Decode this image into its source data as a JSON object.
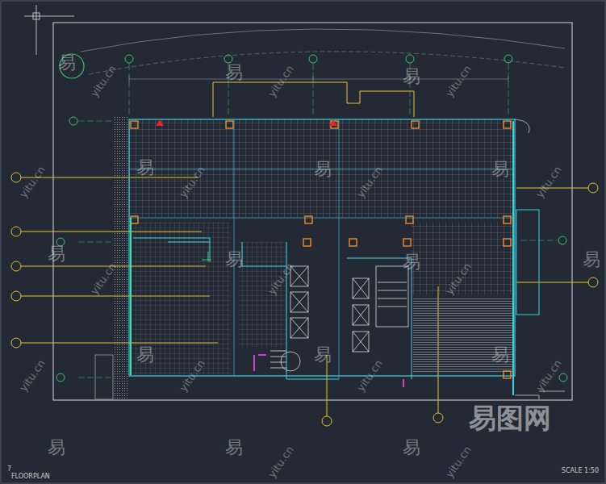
{
  "diagram": {
    "labels": [
      "7",
      "FLOORPLAN",
      "SCALE 1:50",
      "易图网",
      "易",
      "易",
      "易",
      "易",
      "易",
      "易",
      "易",
      "易",
      "易",
      "易",
      "易",
      "易",
      "易",
      "易",
      "易",
      "易",
      "yitu.cn",
      "yitu.cn",
      "yitu.cn",
      "yitu.cn",
      "yitu.cn",
      "yitu.cn",
      "yitu.cn",
      "yitu.cn",
      "yitu.cn",
      "yitu.cn",
      "yitu.cn",
      "yitu.cn",
      "yitu.cn",
      "yitu.cn",
      "yitu.cn",
      "yitu.cn"
    ]
  }
}
